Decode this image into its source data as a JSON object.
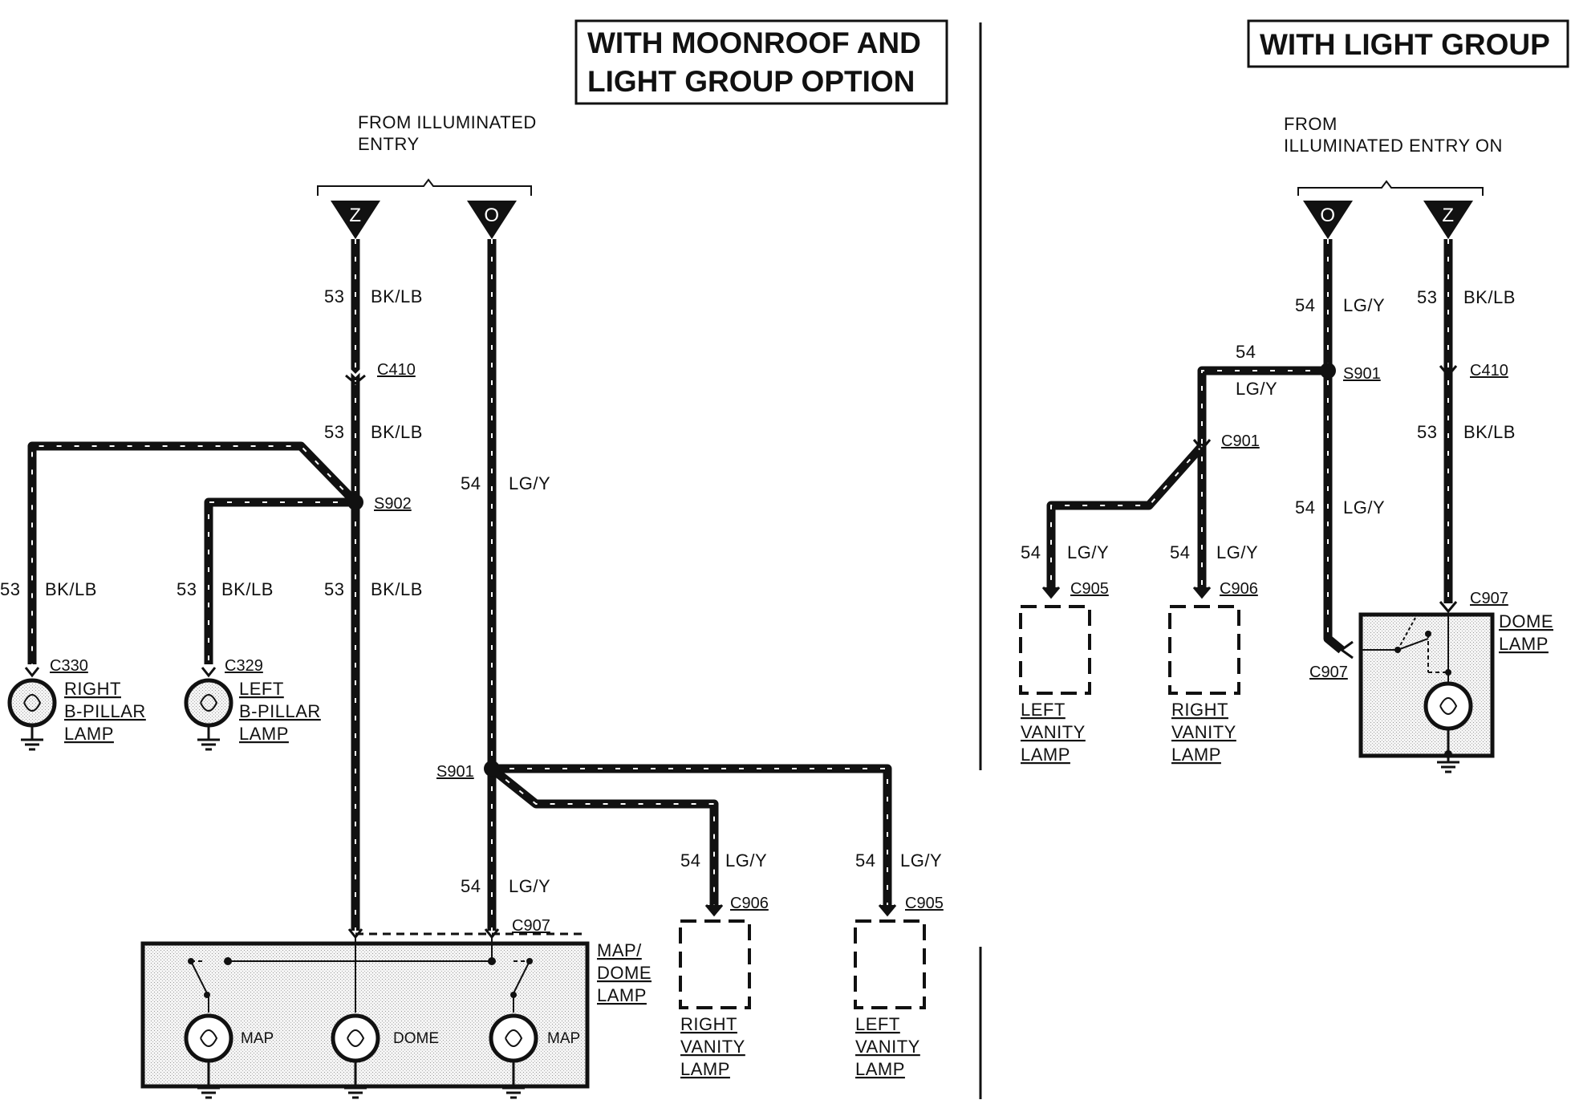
{
  "left_section": {
    "title_line1": "WITH MOONROOF AND",
    "title_line2": "LIGHT GROUP OPTION",
    "source_line1": "FROM ILLUMINATED",
    "source_line2": "ENTRY",
    "term_z": "Z",
    "term_o": "O",
    "wire_53": "53",
    "wire_54": "54",
    "color_bklb": "BK/LB",
    "color_lgy": "LG/Y",
    "c410": "C410",
    "s902": "S902",
    "s901": "S901",
    "c330": "C330",
    "c329": "C329",
    "c907": "C907",
    "c906": "C906",
    "c905": "C905",
    "right_bpillar": [
      "RIGHT",
      "B-PILLAR",
      "LAMP"
    ],
    "left_bpillar": [
      "LEFT",
      "B-PILLAR",
      "LAMP"
    ],
    "map_dome_lamp": [
      "MAP/",
      "DOME",
      "LAMP"
    ],
    "right_vanity": [
      "RIGHT",
      "VANITY",
      "LAMP"
    ],
    "left_vanity": [
      "LEFT",
      "VANITY",
      "LAMP"
    ],
    "bulb_map": "MAP",
    "bulb_dome": "DOME"
  },
  "right_section": {
    "title": "WITH LIGHT GROUP",
    "source_line1": "FROM",
    "source_line2": "ILLUMINATED ENTRY ON",
    "term_o": "O",
    "term_z": "Z",
    "wire_54": "54",
    "wire_53": "53",
    "color_lgy": "LG/Y",
    "color_bklb": "BK/LB",
    "s901": "S901",
    "c410": "C410",
    "c901": "C901",
    "c905": "C905",
    "c906": "C906",
    "c907_top": "C907",
    "c907_left": "C907",
    "left_vanity": [
      "LEFT",
      "VANITY",
      "LAMP"
    ],
    "right_vanity": [
      "RIGHT",
      "VANITY",
      "LAMP"
    ],
    "dome_lamp": [
      "DOME",
      "LAMP"
    ]
  }
}
